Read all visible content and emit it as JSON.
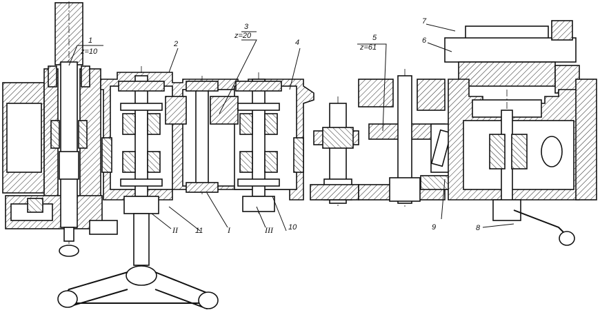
{
  "labels": {
    "n1": "1",
    "z1": "z=10",
    "n2": "2",
    "n3": "3",
    "z3": "z=20",
    "n4": "4",
    "n5": "5",
    "z5": "z=61",
    "n6": "6",
    "n7": "7",
    "n8": "8",
    "n9": "9",
    "n10": "10",
    "n11": "11",
    "rI": "I",
    "rII": "II",
    "rIII": "III"
  }
}
